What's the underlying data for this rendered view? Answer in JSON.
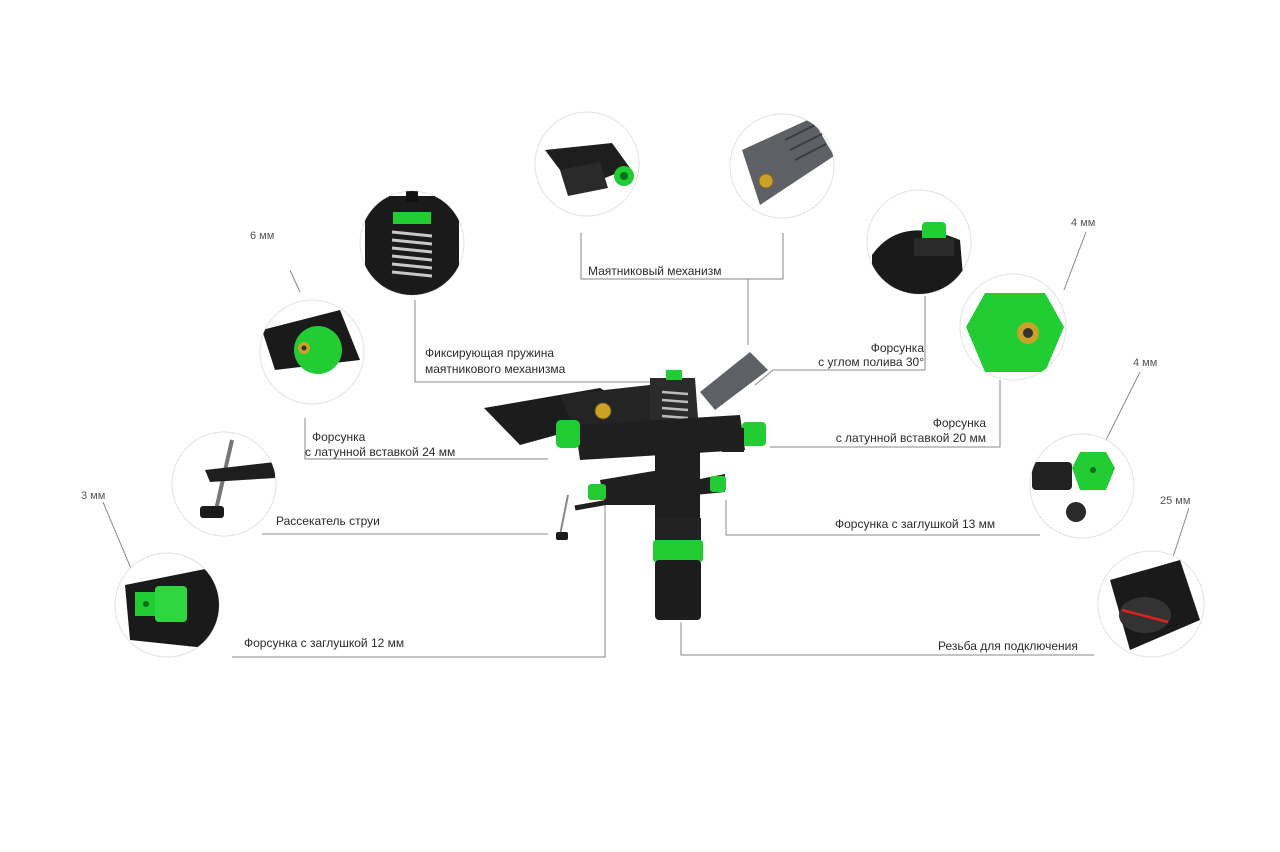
{
  "colors": {
    "accent": "#22cc33",
    "body": "#1f1f1f",
    "line": "#8a8a8a",
    "brass": "#c9a227"
  },
  "sizes": {
    "mm6": "6 мм",
    "mm3": "3 мм",
    "mm4a": "4 мм",
    "mm4b": "4 мм",
    "mm25": "25 мм"
  },
  "labels": {
    "pendulum": "Маятниковый механизм",
    "spring_l1": "Фиксирующая пружина",
    "spring_l2": "маятникового механизма",
    "nozzle30_l1": "Форсунка",
    "nozzle30_l2": "с углом полива 30°",
    "nozzle24_l1": "Форсунка",
    "nozzle24_l2": "с латунной вставкой 24 мм",
    "nozzle20_l1": "Форсунка",
    "nozzle20_l2": "с латунной вставкой 20 мм",
    "splitter": "Рассекатель струи",
    "nozzle13": "Форсунка с заглушкой 13 мм",
    "nozzle12": "Форсунка с заглушкой 12 мм",
    "thread": "Резьба для подключения"
  }
}
